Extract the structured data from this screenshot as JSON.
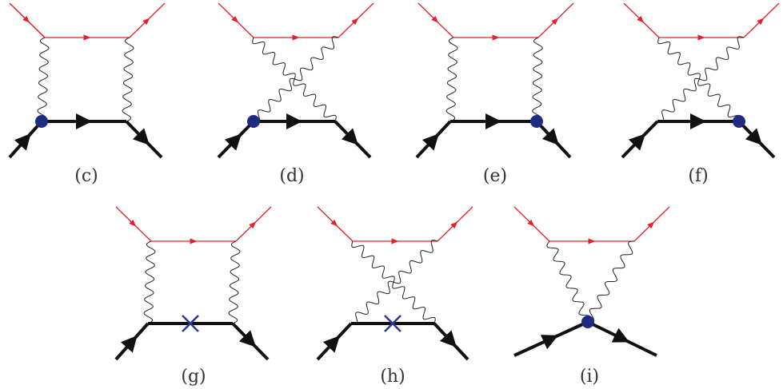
{
  "colors": {
    "fermion_light": "#e8202a",
    "fermion_heavy": "#111111",
    "photon": "#222222",
    "vertex": "#1f2a80",
    "insertion": "#2b3a8c"
  },
  "diagrams": [
    {
      "label": "(c)",
      "photons": "straight",
      "dot": "left"
    },
    {
      "label": "(d)",
      "photons": "crossed",
      "dot": "left"
    },
    {
      "label": "(e)",
      "photons": "straight",
      "dot": "right"
    },
    {
      "label": "(f)",
      "photons": "crossed",
      "dot": "right"
    },
    {
      "label": "(g)",
      "photons": "straight",
      "cross": "middle"
    },
    {
      "label": "(h)",
      "photons": "crossed",
      "cross": "middle"
    },
    {
      "label": "(i)",
      "photons": "seagull",
      "dot": "center"
    }
  ]
}
